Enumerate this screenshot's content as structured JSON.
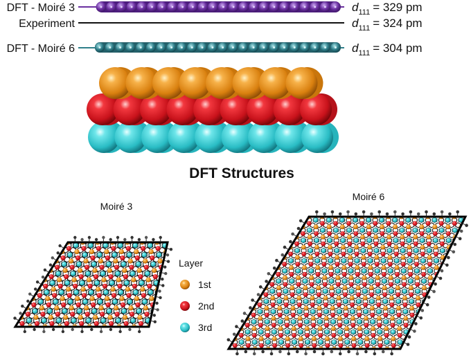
{
  "interfaces": [
    {
      "label": "DFT - Moiré 3",
      "d_symbol": "d",
      "d_subscript": "111",
      "d_value": "= 329 pm",
      "color": "#6a2fa0"
    },
    {
      "label": "Experiment",
      "d_symbol": "d",
      "d_subscript": "111",
      "d_value": "= 324 pm",
      "color": "#111111"
    },
    {
      "label": "DFT - Moiré 6",
      "d_symbol": "d",
      "d_subscript": "111",
      "d_value": "= 304 pm",
      "color": "#2f7f8a"
    }
  ],
  "title": "DFT Structures",
  "panels": {
    "moire3": {
      "label": "Moiré 3"
    },
    "moire6": {
      "label": "Moiré 6"
    }
  },
  "legend": {
    "title": "Layer",
    "items": [
      {
        "label": "1st",
        "color": "#e8901a"
      },
      {
        "label": "2nd",
        "color": "#e01c24"
      },
      {
        "label": "3rd",
        "color": "#3ed2d8"
      }
    ]
  }
}
